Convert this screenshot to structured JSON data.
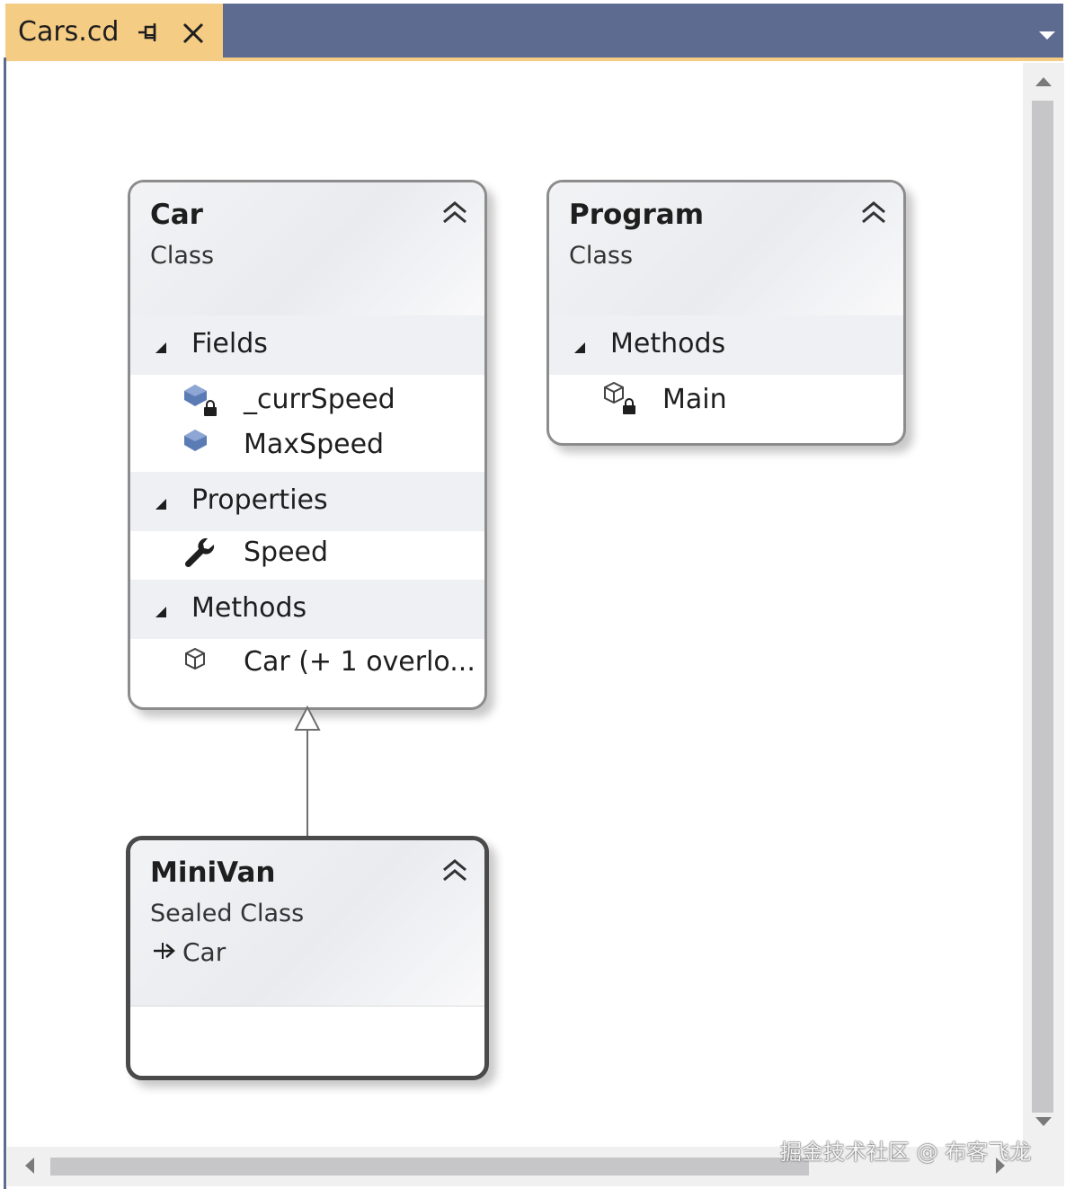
{
  "tab": {
    "title": "Cars.cd"
  },
  "classes": {
    "car": {
      "name": "Car",
      "kind": "Class",
      "fields_label": "Fields",
      "fields": [
        "_currSpeed",
        "MaxSpeed"
      ],
      "properties_label": "Properties",
      "properties": [
        "Speed"
      ],
      "methods_label": "Methods",
      "methods": [
        "Car (+ 1 overlo..."
      ]
    },
    "program": {
      "name": "Program",
      "kind": "Class",
      "methods_label": "Methods",
      "methods": [
        "Main"
      ]
    },
    "minivan": {
      "name": "MiniVan",
      "kind": "Sealed Class",
      "base": "Car"
    }
  },
  "watermark": "掘金技术社区 @ 布客飞龙",
  "colors": {
    "tab_active": "#f5cc84",
    "tab_strip": "#5d6b91",
    "shape_border": "#8c8c8c",
    "field_icon": "#5b7bb5"
  }
}
